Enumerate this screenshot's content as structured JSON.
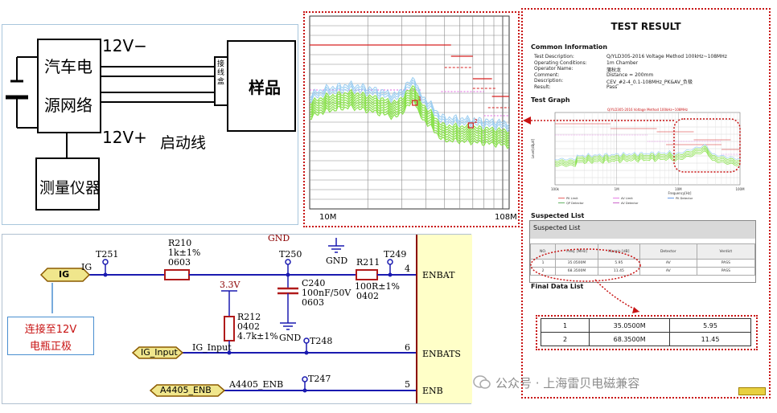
{
  "block": {
    "voltage_neg": "12V−",
    "voltage_pos": "12V+",
    "network": "汽车电源网络",
    "network_l1": "汽车电",
    "network_l2": "源网络",
    "lisn_box": "接线盒",
    "sample": "样品",
    "instrument": "测量仪器",
    "start_line": "启动线"
  },
  "chart_data": {
    "type": "line",
    "x_min_label": "10M",
    "x_max_label": "108M",
    "x_scale": "log",
    "grid": true,
    "colors": {
      "measurement_a": "#7dde3a",
      "measurement_b": "#8ec8f0",
      "limit": "#d62020",
      "limit_alt": "#e060e0"
    },
    "markers": [
      {
        "label": "1",
        "freq": 35.05
      },
      {
        "label": "2",
        "freq": 68.35
      }
    ]
  },
  "schematic": {
    "gnd_top": "GND",
    "gnd_right": "GND",
    "gnd_cap": "GND",
    "r210": [
      "R210",
      "1k±1%",
      "0603"
    ],
    "r211": [
      "R211",
      "100R±1%",
      "0402"
    ],
    "r212": [
      "R212",
      "0402",
      "4.7k±1%"
    ],
    "c240": [
      "C240",
      "100nF/50V",
      "0603"
    ],
    "v33": "3.3V",
    "tp": [
      "T251",
      "T250",
      "T249",
      "T248",
      "T247"
    ],
    "ports": {
      "ig": "IG",
      "ig_input": "IG_Input",
      "a4405": "A4405_ENB"
    },
    "nets": {
      "ig": "IG",
      "ig_input": "IG_Input",
      "a4405": "A4405_ENB"
    },
    "pins": [
      {
        "num": "4",
        "name": "ENBAT"
      },
      {
        "num": "6",
        "name": "ENBATS"
      },
      {
        "num": "5",
        "name": "ENB"
      }
    ],
    "note_line1": "连接至12V",
    "note_line2": "电瓶正极"
  },
  "report": {
    "title": "TEST RESULT",
    "common_heading": "Common Information",
    "fields": [
      {
        "label": "Test Description:",
        "value": "Q/YLD305-2016 Voltage Method 100kHz~108MHz"
      },
      {
        "label": "Operating Conditions:",
        "value": "1m Chamber"
      },
      {
        "label": "Operator Name:",
        "value": "蒲秋龙"
      },
      {
        "label": "Comment:",
        "value": "Distance = 200mm"
      },
      {
        "label": "Description:",
        "value": "CEV_#2-4_0.1-108MHz_PK&AV_负极"
      },
      {
        "label": "Result:",
        "value": "Pass"
      }
    ],
    "graph_heading": "Test Graph",
    "graph_title": "Q/YLD305-2016 Voltage Method 100kHz~108MHz",
    "graph_x_ticks": [
      "100k",
      "1M",
      "10M",
      "100M"
    ],
    "graph_xlabel": "Frequency[Hz]",
    "graph_ylabel": "Level[dBμV]",
    "graph_legend": [
      "PK Limit",
      "AV Limit",
      "PK Detector",
      "QP Detector",
      "AV Detector"
    ],
    "suspected_heading": "Suspected List",
    "suspected_box_title": "Suspected List",
    "suspected_columns": [
      "NO.",
      "Freq. [MHz]",
      "Margin [dB]",
      "Detector",
      "Verdict"
    ],
    "suspected_rows": [
      [
        "1",
        "35.0500M",
        "5.95",
        "AV",
        "PASS"
      ],
      [
        "2",
        "68.3500M",
        "11.45",
        "AV",
        "PASS"
      ]
    ],
    "final_heading": "Final Data List",
    "final_rows": [
      [
        "1",
        "35.0500M",
        "5.95"
      ],
      [
        "2",
        "68.3500M",
        "11.45"
      ]
    ]
  },
  "watermark": "公众号 · 上海雷贝电磁兼容"
}
